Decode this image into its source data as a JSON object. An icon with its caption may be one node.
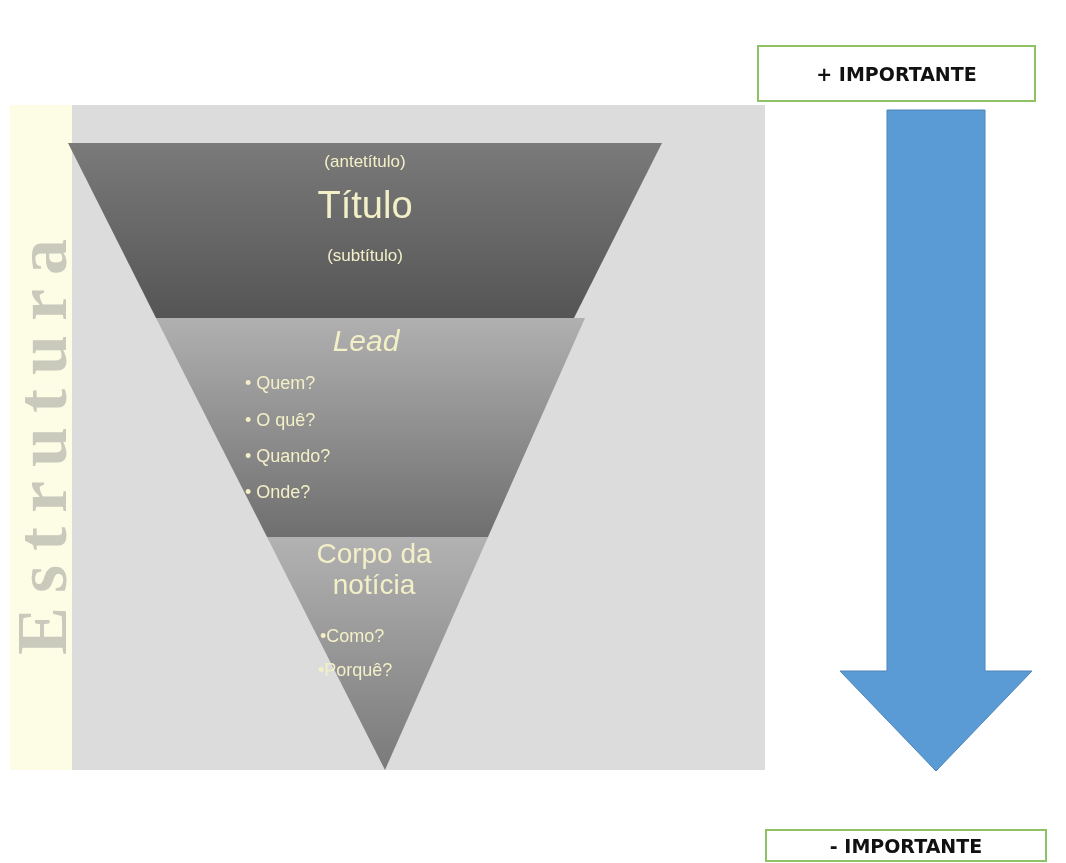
{
  "diagram": {
    "nodes": [
      {
        "text": [
          "(antetítulo)",
          "Título",
          "(subtítulo)"
        ]
      },
      {
        "text": [
          "Lead",
          "• Quem?",
          "• O quê?",
          "• Quando?",
          "• Onde?"
        ]
      },
      {
        "text": [
          "Corpo da notícia",
          "•Como?",
          "•Porquê?"
        ]
      },
      {
        "text": [
          "+ IMPORTANTE"
        ]
      },
      {
        "text": [
          "- IMPORTANTE"
        ]
      }
    ],
    "edges": [
      {
        "from": 3,
        "to": 4,
        "arrow": "to",
        "style": "thick",
        "color": "#5b9bd5"
      }
    ],
    "labels": [
      "Estrutura"
    ]
  }
}
